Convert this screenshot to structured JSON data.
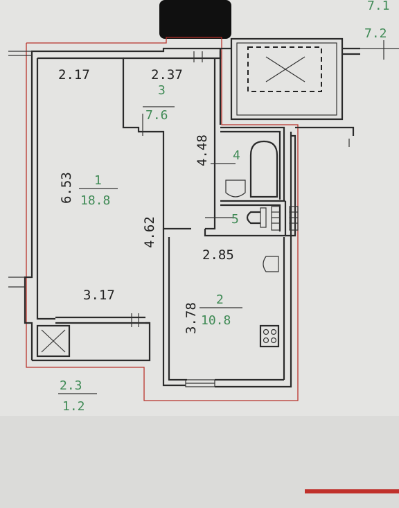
{
  "top_right_labels": {
    "a": "7.1",
    "b": "7.2"
  },
  "room_1": {
    "number": "1",
    "area": "18.8",
    "dim_top": "2.17",
    "dim_side": "6.53",
    "dim_bottom": "3.17",
    "dim_right": "4.62"
  },
  "room_2": {
    "number": "2",
    "area": "10.8",
    "dim_top": "2.85",
    "dim_side": "3.78"
  },
  "room_3": {
    "number": "3",
    "area": "7.6",
    "dim_top": "2.37",
    "dim_side": "4.48"
  },
  "room_4": {
    "number": "4"
  },
  "room_5": {
    "number": "5"
  },
  "balcony": {
    "dim": "2.3",
    "area": "1.2"
  }
}
